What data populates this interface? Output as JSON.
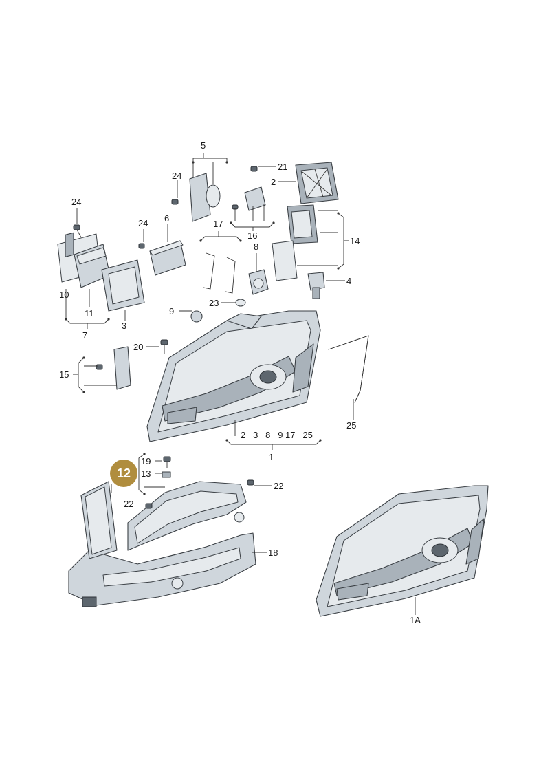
{
  "callouts": {
    "c5": "5",
    "c24a": "24",
    "c21": "21",
    "c2b": "2",
    "c24b": "24",
    "c6": "6",
    "c17": "17",
    "c16": "16",
    "c14": "14",
    "c8": "8",
    "c4": "4",
    "c10": "10",
    "c11": "11",
    "c3": "3",
    "c7": "7",
    "c23": "23",
    "c9": "9",
    "c20": "20",
    "c15": "15",
    "c25": "25",
    "c1": "1",
    "c19": "19",
    "c13": "13",
    "c22a": "22",
    "c22b": "22",
    "c18": "18",
    "c1A": "1A",
    "c24top": "24"
  },
  "group_label": "2   3   8   9 17   25",
  "highlight": {
    "label": "12",
    "color": "#b08d3e"
  },
  "colors": {
    "line": "#333333",
    "part_fill": "#cfd6dc",
    "badge": "#b08d3e"
  }
}
